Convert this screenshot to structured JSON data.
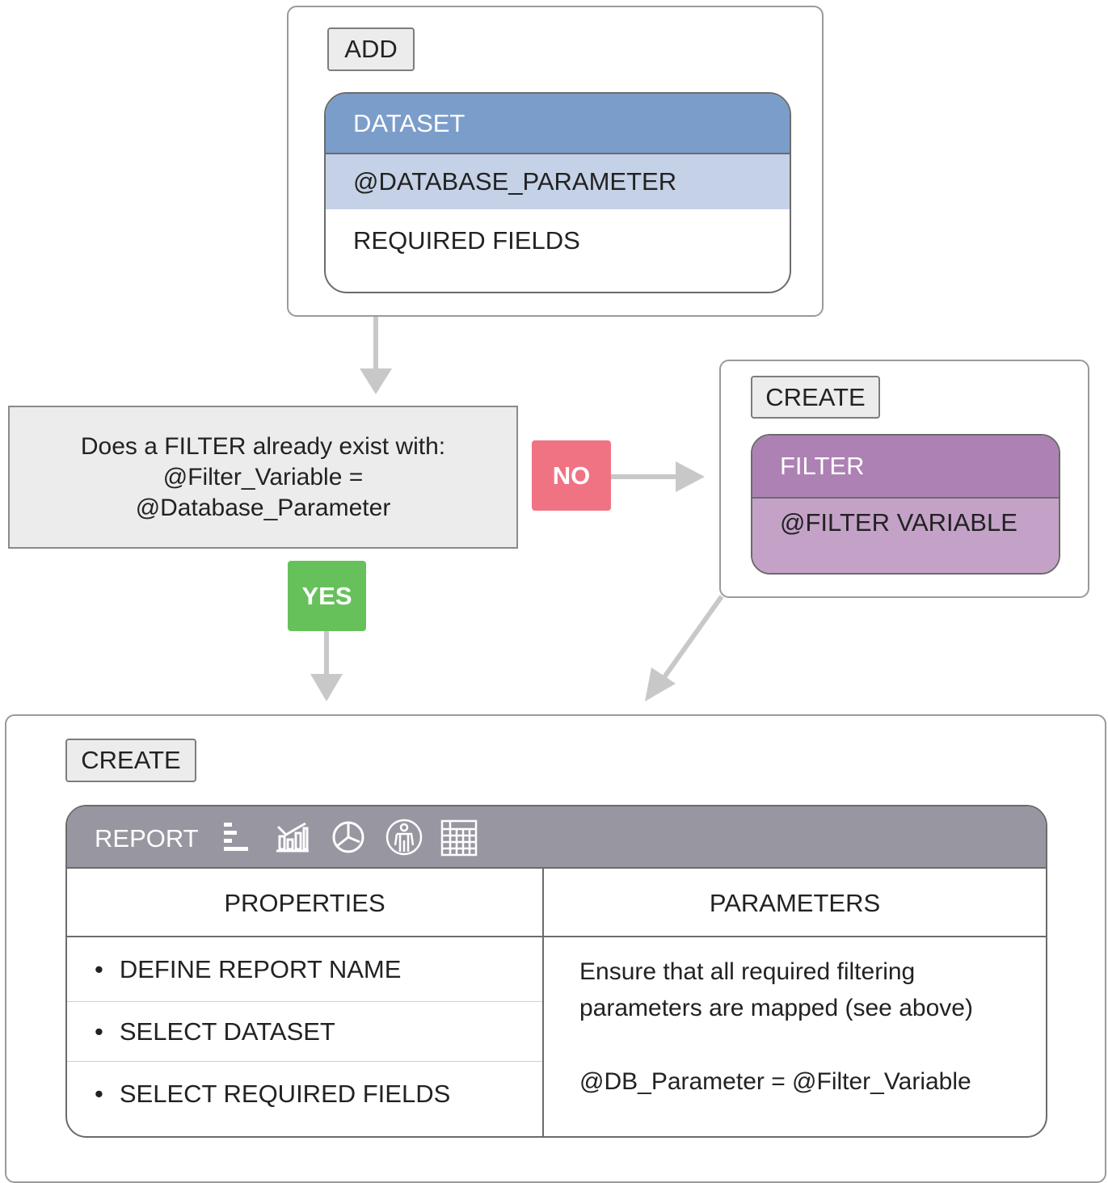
{
  "top_panel": {
    "tag_label": "ADD",
    "card": {
      "header": "DATASET",
      "highlight_row": "@DATABASE_PARAMETER",
      "body_row": "REQUIRED FIELDS"
    }
  },
  "decision": {
    "line1": "Does a FILTER already exist with:",
    "line2": "@Filter_Variable =",
    "line3": "@Database_Parameter"
  },
  "branches": {
    "no_label": "NO",
    "yes_label": "YES"
  },
  "filter_panel": {
    "tag_label": "CREATE",
    "card": {
      "header": "FILTER",
      "body_row": "@FILTER VARIABLE"
    }
  },
  "report_panel": {
    "tag_label": "CREATE",
    "card": {
      "header": "REPORT",
      "icons": [
        "bar-chart-icon",
        "column-line-chart-icon",
        "pie-chart-icon",
        "body-map-icon",
        "table-grid-icon"
      ],
      "columns": {
        "left_header": "PROPERTIES",
        "right_header": "PARAMETERS"
      },
      "properties": [
        "DEFINE REPORT NAME",
        "SELECT DATASET",
        "SELECT REQUIRED FIELDS"
      ],
      "parameters_text_line1": "Ensure that all required filtering",
      "parameters_text_line2": "parameters are mapped (see above)",
      "parameters_mapping": "@DB_Parameter = @Filter_Variable"
    }
  },
  "colors": {
    "dataset_header": "#7b9dca",
    "dataset_highlight": "#c4d1e6",
    "filter_header": "#ad81b3",
    "filter_body": "#c4a2c8",
    "report_header": "#9896a0",
    "no_badge": "#f07384",
    "yes_badge": "#66c15b",
    "arrow": "#c8c8c8"
  }
}
